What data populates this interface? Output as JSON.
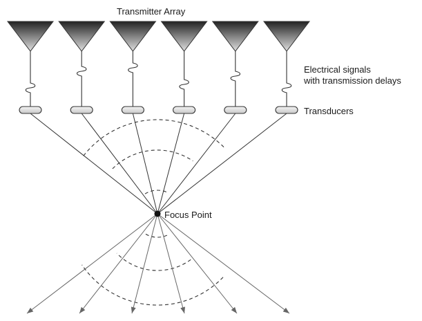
{
  "labels": {
    "transmitter_array": "Transmitter Array",
    "electrical_signals_line1": "Electrical signals",
    "electrical_signals_line2": "with transmission delays",
    "transducers": "Transducers",
    "focus_point": "Focus Point"
  },
  "elements": {
    "transmitter_count": 6
  },
  "colors": {
    "line": "#333333",
    "arrow": "#666666",
    "triangle_light": "#e0e0e0",
    "triangle_dark": "#222222",
    "transducer_fill": "#d8d8d8",
    "focus_point": "#111111"
  }
}
